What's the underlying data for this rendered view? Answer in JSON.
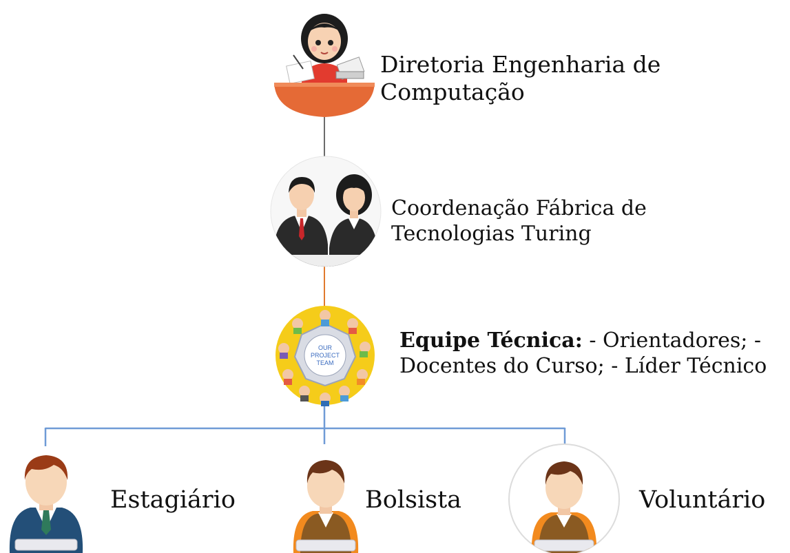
{
  "nodes": {
    "diretoria": {
      "line1": "Diretoria Engenharia de",
      "line2": "Computação"
    },
    "coordenacao": {
      "line1": "Coordenação Fábrica de",
      "line2": "Tecnologias Turing"
    },
    "equipe": {
      "title": "Equipe Técnica:",
      "line1_rest": " - Orientadores; -",
      "line2": "Docentes do Curso; - Líder Técnico",
      "badge_line1": "OUR",
      "badge_line2": "PROJECT",
      "badge_line3": "TEAM"
    },
    "estagiario": {
      "label": "Estagiário"
    },
    "bolsista": {
      "label": "Bolsista"
    },
    "voluntario": {
      "label": "Voluntário"
    }
  },
  "colors": {
    "connector_top": "#6b6b6b",
    "connector_mid": "#e07a2e",
    "connector_bottom": "#6f9bd6",
    "desk": "#e56a36",
    "team_bg": "#f5cc1a"
  },
  "icons": {
    "diretoria": "woman-at-desk-icon",
    "coordenacao": "business-people-icon",
    "equipe": "project-team-icon",
    "estagiario": "intern-avatar-icon",
    "bolsista": "scholarship-avatar-icon",
    "voluntario": "volunteer-avatar-icon"
  }
}
